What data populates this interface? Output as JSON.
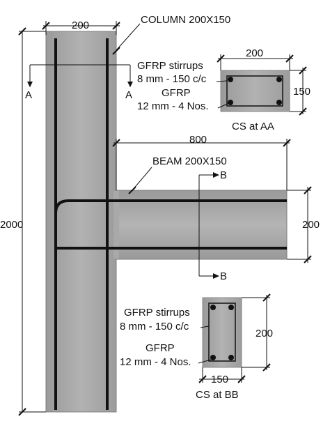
{
  "column": {
    "label": "COLUMN 200X150",
    "width_dim": "200",
    "height_dim": "2000"
  },
  "beam": {
    "label": "BEAM 200X150",
    "length_dim": "800",
    "depth_dim": "200"
  },
  "section_aa": {
    "marker": "A",
    "stirrups_label_1": "GFRP stirrups",
    "stirrups_label_2": "8 mm - 150 c/c",
    "bars_label_1": "GFRP",
    "bars_label_2": "12 mm - 4 Nos.",
    "width_dim": "200",
    "depth_dim": "150",
    "caption": "CS at AA"
  },
  "section_bb": {
    "marker": "B",
    "stirrups_label_1": "GFRP stirrups",
    "stirrups_label_2": "8 mm - 150 c/c",
    "bars_label_1": "GFRP",
    "bars_label_2": "12 mm - 4 Nos.",
    "depth_dim": "200",
    "width_dim": "150",
    "caption": "CS at BB"
  },
  "colors": {
    "concrete": "#a9a9a9",
    "concrete_edge": "#8a8a8a",
    "rebar": "#111111",
    "line": "#111111"
  }
}
